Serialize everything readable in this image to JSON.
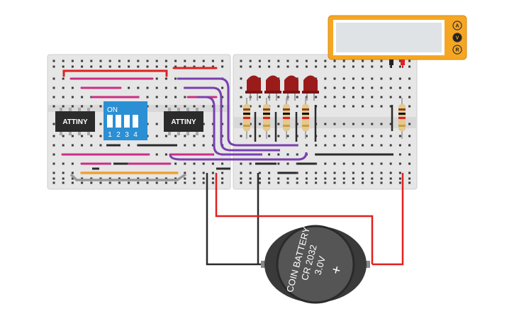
{
  "chips": [
    {
      "label": "ATTINY"
    },
    {
      "label": "ATTINY"
    }
  ],
  "dip_switch": {
    "on_label": "ON",
    "numbers": [
      "1",
      "2",
      "3",
      "4"
    ]
  },
  "multimeter": {
    "buttons": [
      "A",
      "V",
      "R"
    ]
  },
  "battery": {
    "line1": "COIN BATTERY",
    "line2": "CR 2032",
    "line3": "3.0V",
    "plus": "+"
  },
  "colors": {
    "breadboard": "#e6e6e6",
    "chip": "#2b2b2b",
    "dip_switch": "#2b8fd4",
    "multimeter": "#f5a623",
    "led": "#9b1b1b",
    "wire_red": "#e02020",
    "wire_black": "#2b2b2b",
    "wire_purple": "#7a3fb0",
    "wire_pink": "#cc2f86",
    "wire_orange": "#f0a030",
    "wire_gray": "#999999",
    "battery": "#444444"
  }
}
